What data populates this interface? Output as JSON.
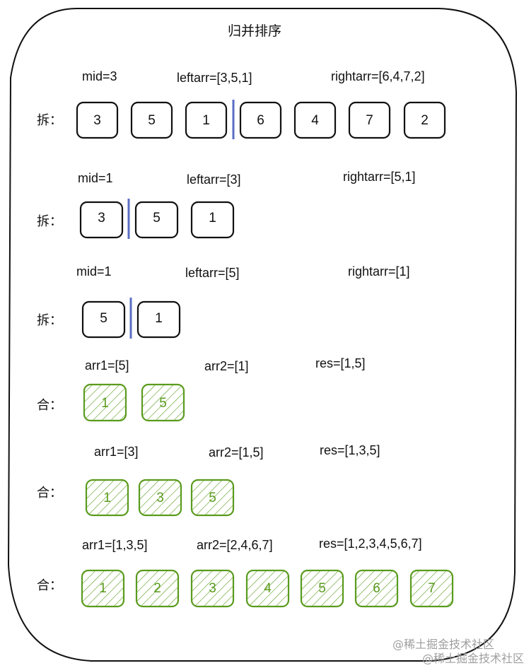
{
  "title": "归并排序",
  "labels": {
    "split": "拆：",
    "merge": "合："
  },
  "rows": [
    {
      "annotations": {
        "mid": "mid=3",
        "left": "leftarr=[3,5,1]",
        "right": "rightarr=[6,4,7,2]"
      },
      "boxes": [
        "3",
        "5",
        "1",
        "6",
        "4",
        "7",
        "2"
      ]
    },
    {
      "annotations": {
        "mid": "mid=1",
        "left": "leftarr=[3]",
        "right": "rightarr=[5,1]"
      },
      "boxes": [
        "3",
        "5",
        "1"
      ]
    },
    {
      "annotations": {
        "mid": "mid=1",
        "left": "leftarr=[5]",
        "right": "rightarr=[1]"
      },
      "boxes": [
        "5",
        "1"
      ]
    },
    {
      "annotations": {
        "a1": "arr1=[5]",
        "a2": "arr2=[1]",
        "res": "res=[1,5]"
      },
      "boxes": [
        "1",
        "5"
      ]
    },
    {
      "annotations": {
        "a1": "arr1=[3]",
        "a2": "arr2=[1,5]",
        "res": "res=[1,3,5]"
      },
      "boxes": [
        "1",
        "3",
        "5"
      ]
    },
    {
      "annotations": {
        "a1": "arr1=[1,3,5]",
        "a2": "arr2=[2,4,6,7]",
        "res": "res=[1,2,3,4,5,6,7]"
      },
      "boxes": [
        "1",
        "2",
        "3",
        "4",
        "5",
        "6",
        "7"
      ]
    }
  ],
  "watermark": [
    "@稀土掘金技术社区",
    "@稀土掘金技术社区"
  ],
  "colors": {
    "outline": "#111111",
    "divider": "#5b6ec4",
    "green": "#5a9b1d"
  }
}
